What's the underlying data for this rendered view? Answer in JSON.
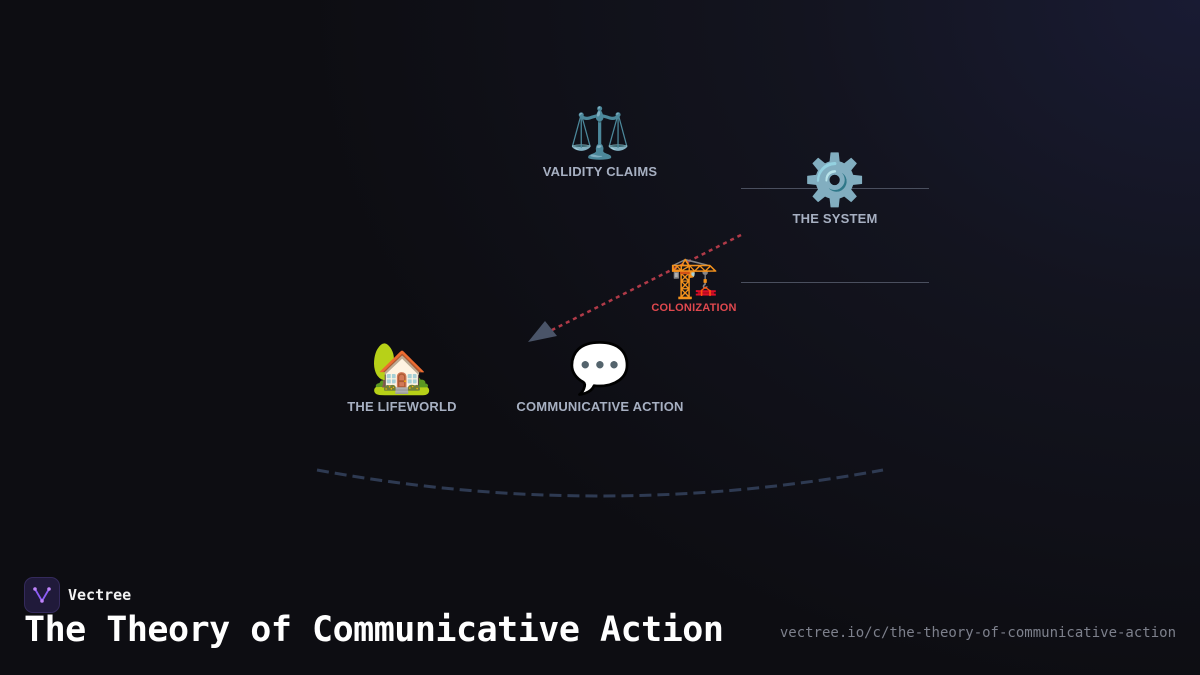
{
  "diagram": {
    "nodes": {
      "validity_claims": {
        "label": "VALIDITY CLAIMS",
        "icon": "⚖️",
        "icon_name": "scales-icon"
      },
      "the_system": {
        "label": "THE SYSTEM",
        "icon": "⚙️",
        "icon_name": "gear-icon"
      },
      "colonization": {
        "label": "COLONIZATION",
        "icon": "🏗️",
        "icon_name": "crane-icon"
      },
      "the_lifeworld": {
        "label": "THE LIFEWORLD",
        "icon": "🏡",
        "icon_name": "house-icon"
      },
      "communicative_action": {
        "label": "COMMUNICATIVE ACTION",
        "icon": "💬",
        "icon_name": "speech-bubble-icon"
      }
    },
    "edges": [
      {
        "from": "the_system",
        "to": "the_lifeworld",
        "style": "dotted",
        "color": "#b03a48",
        "label_node": "colonization"
      }
    ],
    "colors": {
      "label": "#a7b0c2",
      "colonization": "#e0484e",
      "arc": "#2e3a52",
      "arrowhead": "#4a5468"
    }
  },
  "footer": {
    "brand_name": "Vectree",
    "title": "The Theory of Communicative Action",
    "url": "vectree.io/c/the-theory-of-communicative-action"
  }
}
